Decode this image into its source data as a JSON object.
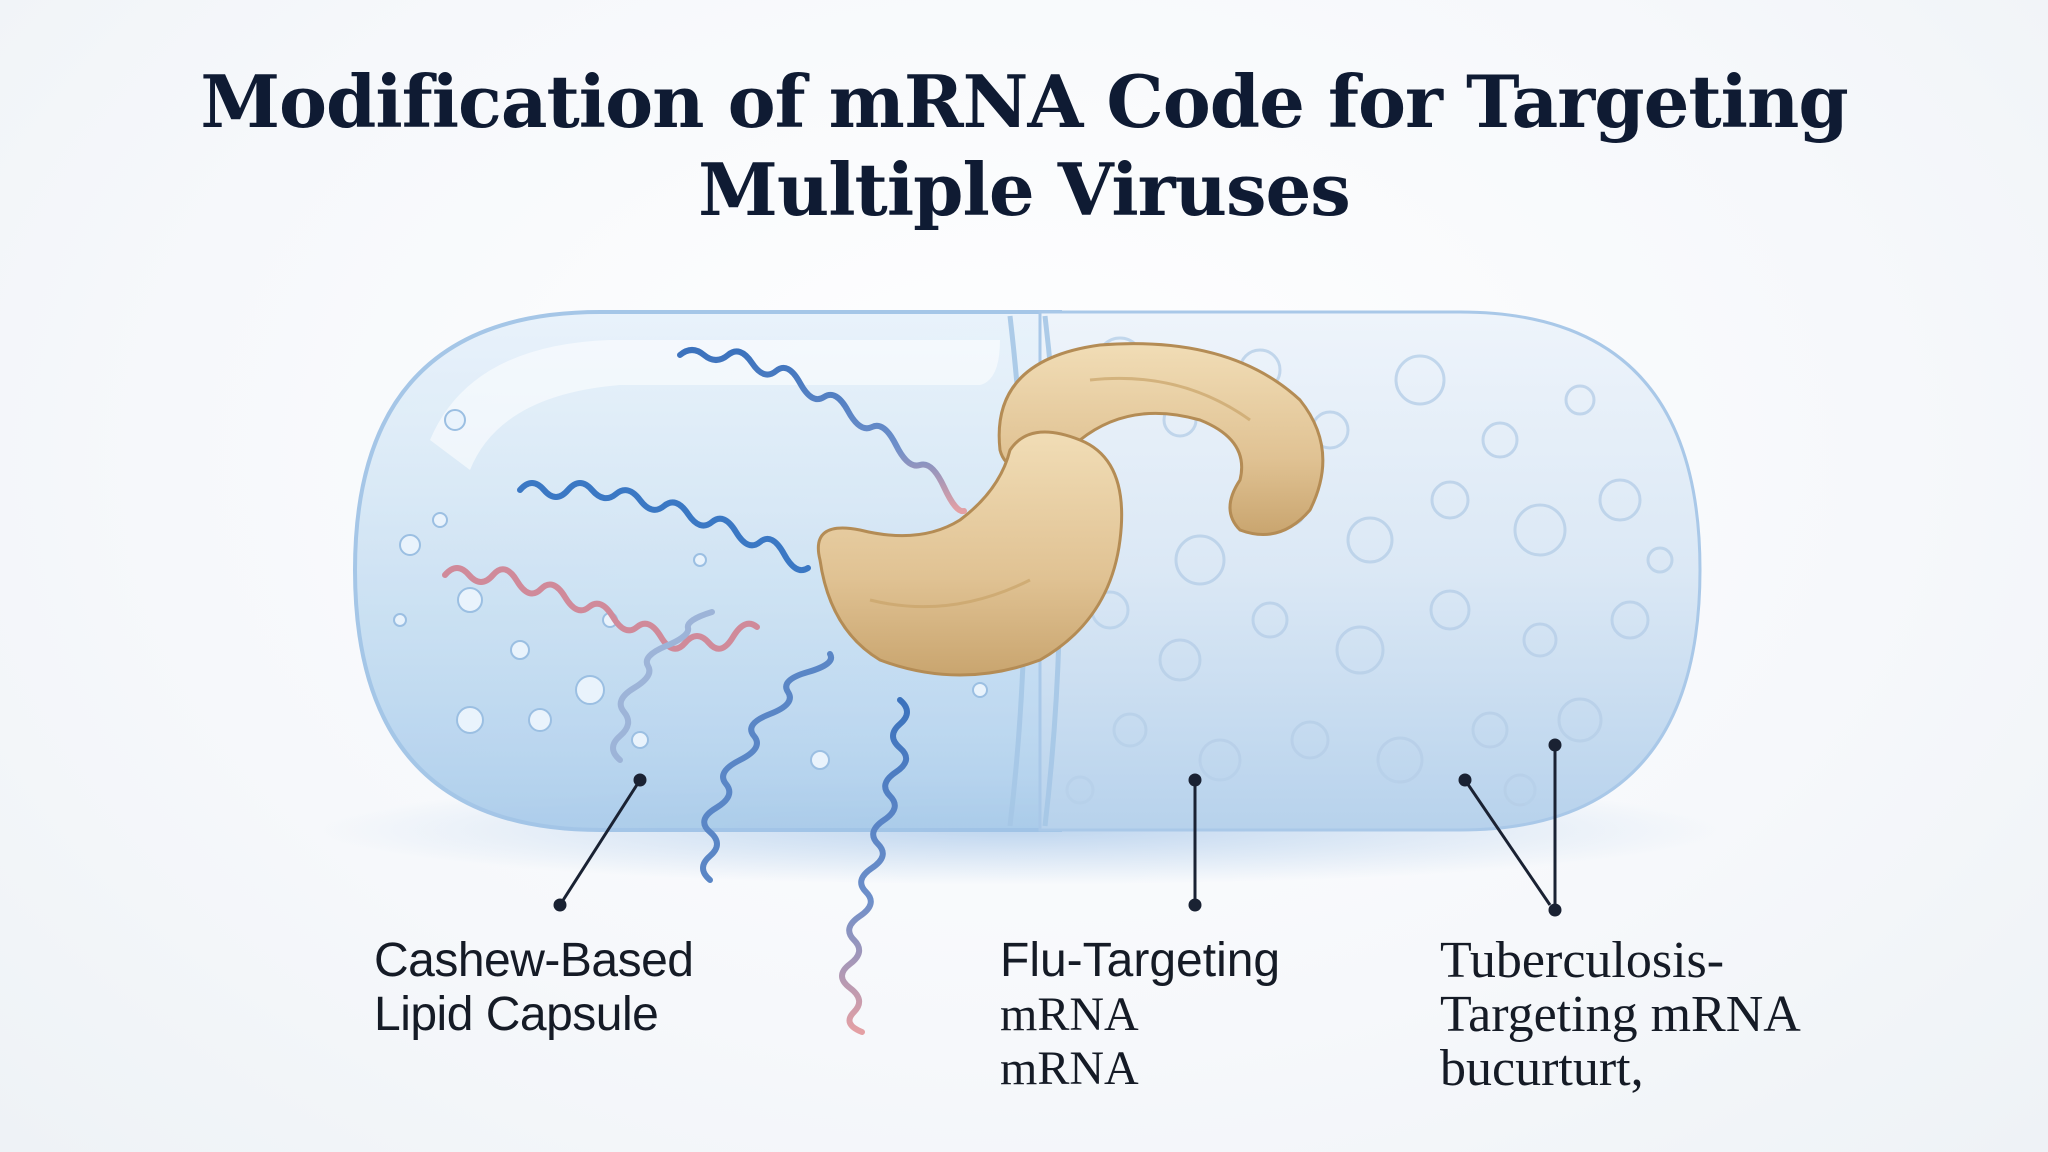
{
  "title": {
    "line1": "Modification of mRNA Code for Targeting",
    "line2": "Multiple Viruses"
  },
  "labels": {
    "capsule": {
      "line1": "Cashew-Based",
      "line2": "Lipid Capsule"
    },
    "flu": {
      "line1": "Flu-Targeting",
      "line2": "mRNA",
      "line3": "mRNA"
    },
    "tb": {
      "line1": "Tuberculosis-",
      "line2": "Targeting mRNA",
      "line3": "bucurturt,"
    }
  },
  "colors": {
    "title": "#0f1b33",
    "capsule_clear": "#cfe3f5",
    "capsule_textured": "#dde9f6",
    "cashew": "#e4c99b",
    "strand_blue": "#3a6fb8",
    "strand_pink": "#d98f9a",
    "leader": "#1a2233"
  }
}
